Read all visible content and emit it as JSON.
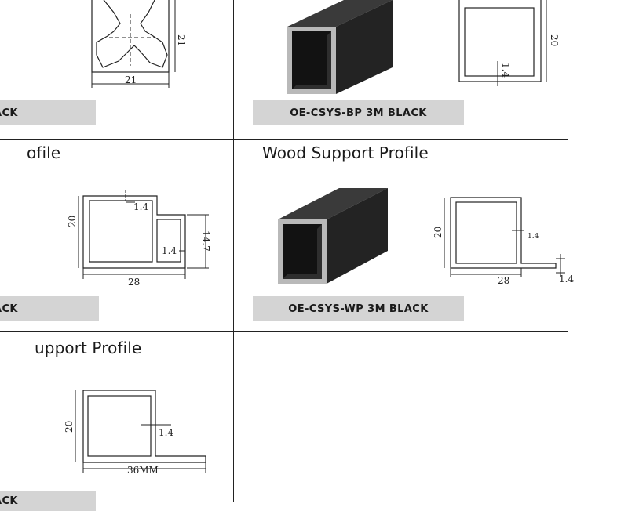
{
  "rows": [
    {
      "left": {
        "label": "ACK"
      },
      "right": {
        "label": "OE-CSYS-BP 3M BLACK"
      },
      "dims": {
        "cross_w": "21",
        "cross_h": "21",
        "sq_wall": "1.4",
        "sq_h": "20"
      }
    },
    {
      "left": {
        "title": "ofile",
        "label": "ACK",
        "dims": {
          "wall_top": "1.4",
          "wall_inner": "1.4",
          "h": "20",
          "small_h": "14.7",
          "w": "28"
        }
      },
      "right": {
        "title": "Wood Support Profile",
        "label": "OE-CSYS-WP 3M BLACK",
        "dims": {
          "h": "20",
          "wall": "1.4",
          "w": "28",
          "lip": "1.4"
        }
      }
    },
    {
      "left": {
        "title": "upport Profile",
        "label": "ACK",
        "dims": {
          "h": "20",
          "wall": "1.4",
          "w": "36MM"
        }
      }
    }
  ]
}
